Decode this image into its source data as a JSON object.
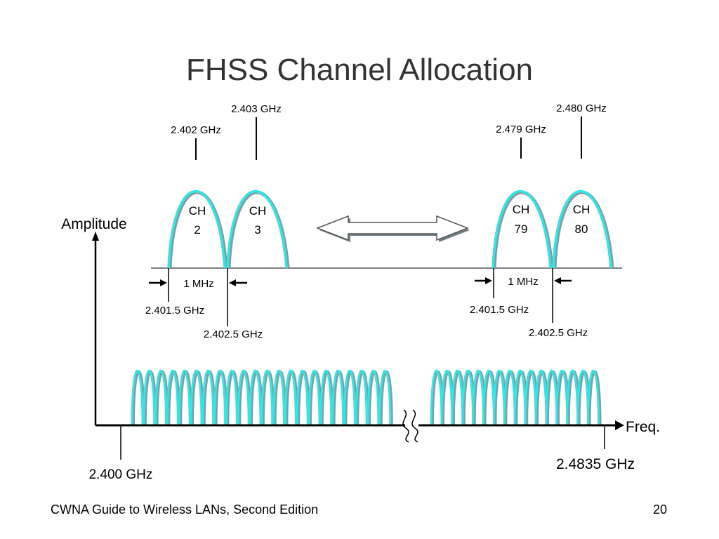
{
  "slide": {
    "title": "FHSS Channel Allocation",
    "footer": "CWNA Guide to Wireless LANs, Second Edition",
    "page_number": "20"
  },
  "diagram": {
    "axis": {
      "y_label": "Amplitude",
      "x_label": "Freq.",
      "start_label": "2.400 GHz",
      "end_label": "2.4835 GHz"
    },
    "channels": [
      {
        "line1": "CH",
        "line2": "2",
        "center_label": "2.402 GHz"
      },
      {
        "line1": "CH",
        "line2": "3",
        "center_label": "2.403 GHz"
      },
      {
        "line1": "CH",
        "line2": "79",
        "center_label": "2.479 GHz"
      },
      {
        "line1": "CH",
        "line2": "80",
        "center_label": "2.480 GHz"
      }
    ],
    "bandwidth": {
      "left": {
        "width_label": "1 MHz",
        "low_label": "2.401.5 GHz",
        "high_label": "2.402.5 GHz"
      },
      "right": {
        "width_label": "1 MHz",
        "low_label": "2.401.5 GHz",
        "high_label": "2.402.5 GHz"
      }
    },
    "colors": {
      "lobe": "#2ee8e8",
      "lobe_shadow": "#8a9aa0",
      "axis": "#000000",
      "title": "#333333"
    },
    "spectrum_lobes": {
      "left_group_count": 22,
      "right_group_count": 16
    }
  }
}
